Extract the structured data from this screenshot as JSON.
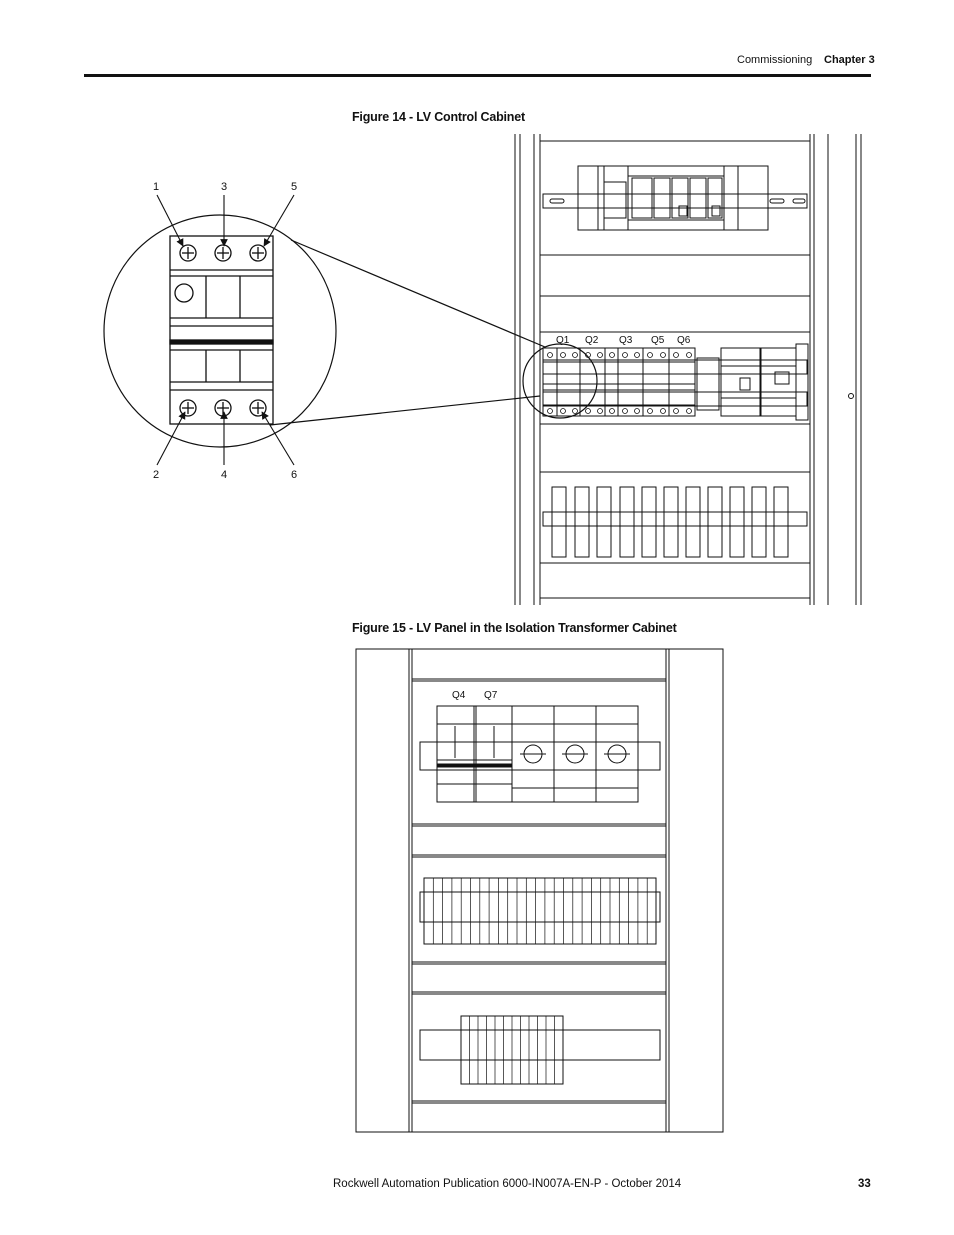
{
  "header": {
    "section": "Commissioning",
    "chapter": "Chapter 3"
  },
  "figure14": {
    "caption": "Figure 14 - LV Control Cabinet",
    "callouts_top": [
      "1",
      "3",
      "5"
    ],
    "callouts_bottom": [
      "2",
      "4",
      "6"
    ],
    "breaker_labels": [
      "Q1",
      "Q2",
      "Q3",
      "Q5",
      "Q6"
    ]
  },
  "figure15": {
    "caption": "Figure 15 - LV Panel in the Isolation Transformer Cabinet",
    "breaker_labels": [
      "Q4",
      "Q7"
    ]
  },
  "footer": {
    "publication": "Rockwell Automation Publication 6000-IN007A-EN-P - October 2014",
    "page_number": "33"
  }
}
